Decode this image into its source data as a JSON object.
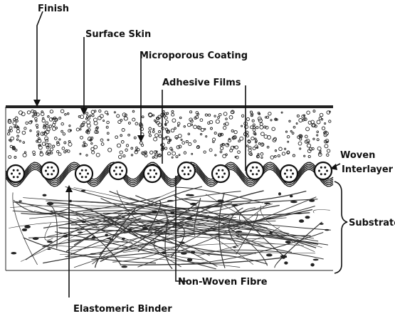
{
  "labels": {
    "finish": "Finish",
    "surface_skin": "Surface Skin",
    "microporous_coating": "Microporous Coating",
    "adhesive_films": "Adhesive Films",
    "woven": "Woven",
    "interlayer": "Interlayer",
    "substrate": "Substrate",
    "non_woven_fibre": "Non-Woven Fibre",
    "elastomeric_binder": "Elastomeric Binder"
  }
}
